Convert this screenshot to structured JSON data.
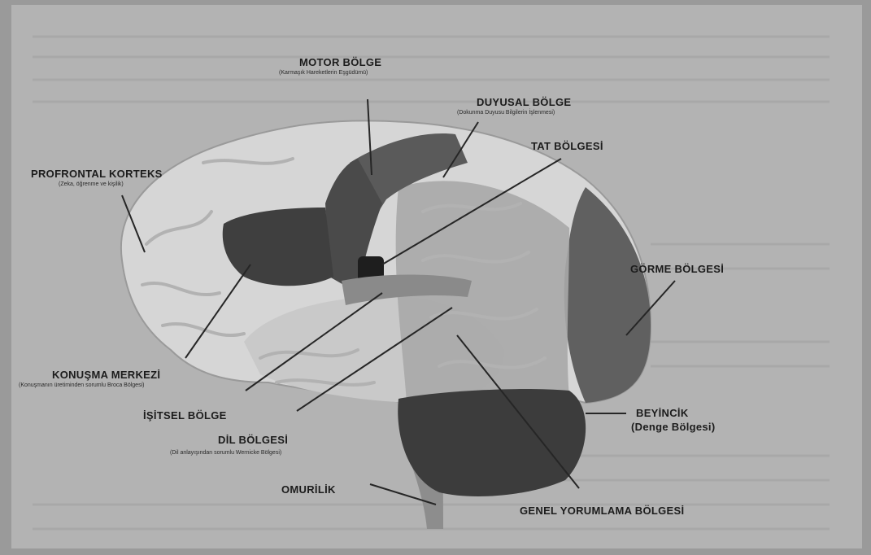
{
  "labels": {
    "motor": {
      "title": "MOTOR BÖLGE",
      "subtitle": "(Karmaşık Hareketlerin Eşgüdümü)"
    },
    "duyusal": {
      "title": "DUYUSAL BÖLGE",
      "subtitle": "(Dokunma Duyusu Bilgilerin İşlenmesi)"
    },
    "tat": {
      "title": "TAT BÖLGESİ"
    },
    "prefrontal": {
      "title": "PROFRONTAL KORTEKS",
      "subtitle": "(Zeka, öğrenme ve kişilik)"
    },
    "gorme": {
      "title": "GÖRME BÖLGESİ"
    },
    "konusma": {
      "title": "KONUŞMA MERKEZİ",
      "subtitle": "(Konuşmanın üretiminden sorumlu Broca Bölgesi)"
    },
    "beyincik": {
      "title": "BEYİNCİK",
      "subtitle": "(Denge Bölgesi)"
    },
    "isitsel": {
      "title": "İŞİTSEL BÖLGE"
    },
    "dil": {
      "title": "DİL BÖLGESİ",
      "subtitle": "(Dil anlayışından sorumlu Wernicke Bölgesi)"
    },
    "omurilik": {
      "title": "OMURİLİK"
    },
    "genel": {
      "title": "GENEL YORUMLAMA BÖLGESİ"
    }
  },
  "colors": {
    "page": "#b3b3b3",
    "cortex": "#d6d6d6",
    "dark_region": "#4a4a4a",
    "mid_region": "#7a7a7a",
    "cerebellum": "#3c3c3c",
    "text": "#1c1c1c"
  }
}
